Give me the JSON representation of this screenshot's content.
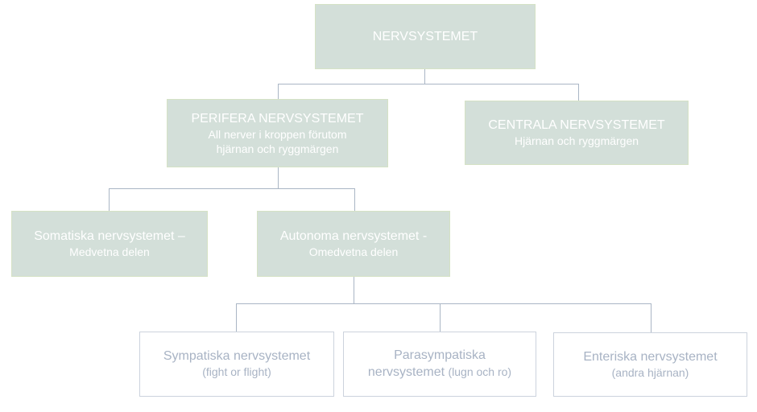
{
  "diagram": {
    "root": {
      "title": "NERVSYSTEMET"
    },
    "level2": [
      {
        "title": "PERIFERA NERVSYSTEMET",
        "subtitle_line1": "All nerver i kroppen förutom",
        "subtitle_line2": "hjärnan och ryggmärgen"
      },
      {
        "title": "CENTRALA NERVSYSTEMET",
        "subtitle": "Hjärnan och ryggmärgen"
      }
    ],
    "level3": [
      {
        "title": "Somatiska nervsystemet –",
        "subtitle": "Medvetna delen"
      },
      {
        "title": "Autonoma nervsystemet -",
        "subtitle": "Omedvetna delen"
      }
    ],
    "level4": [
      {
        "title": "Sympatiska nervsystemet",
        "note": "(fight or flight)"
      },
      {
        "title_line1": "Parasympatiska",
        "title_line2": "nervsystemet",
        "note": "(lugn och ro)"
      },
      {
        "title": "Enteriska nervsystemet",
        "note": "(andra hjärnan)"
      }
    ],
    "colors": {
      "filled_box_fill": "#d3dfd9",
      "filled_box_border": "#d5e2c5",
      "filled_box_text": "#ffffff",
      "outline_box_border": "#ccd3dd",
      "outline_box_text": "#a8b3c4",
      "connector": "#aab6c5",
      "page_bg": "#ffffff"
    }
  }
}
